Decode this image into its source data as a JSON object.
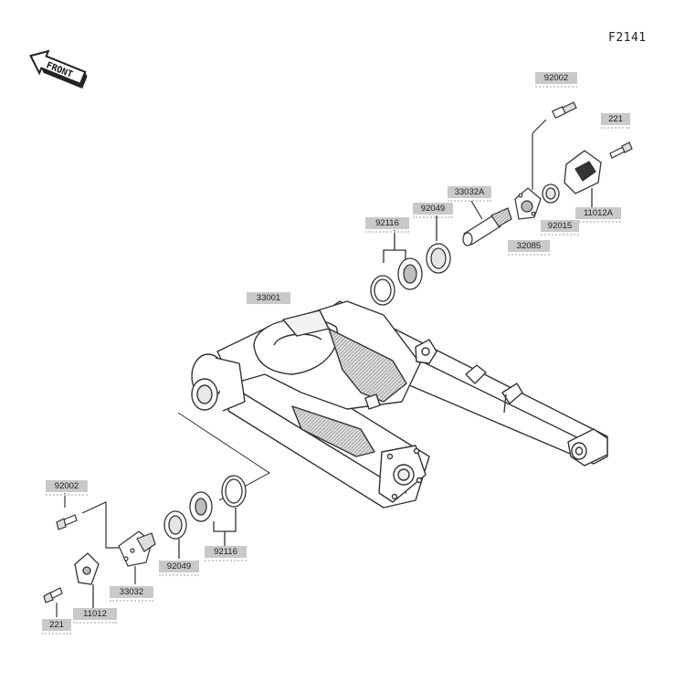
{
  "figure_code": "F2141",
  "front_arrow": {
    "label": "FRONT"
  },
  "parts": {
    "p92002_top": "92002",
    "p221_top": "221",
    "p33032A": "33032A",
    "p92049_top": "92049",
    "p92116_top": "92116",
    "p92015": "92015",
    "p11012A": "11012A",
    "p32085": "32085",
    "p33001": "33001",
    "p92002_bottom": "92002",
    "p33032": "33032",
    "p92049_bottom": "92049",
    "p92116_bottom": "92116",
    "p11012": "11012",
    "p221_bottom": "221"
  },
  "colors": {
    "label_bg": "#c9c9c9",
    "line": "#333333",
    "part_fill": "#ffffff",
    "shade": "#bdbdbd"
  }
}
